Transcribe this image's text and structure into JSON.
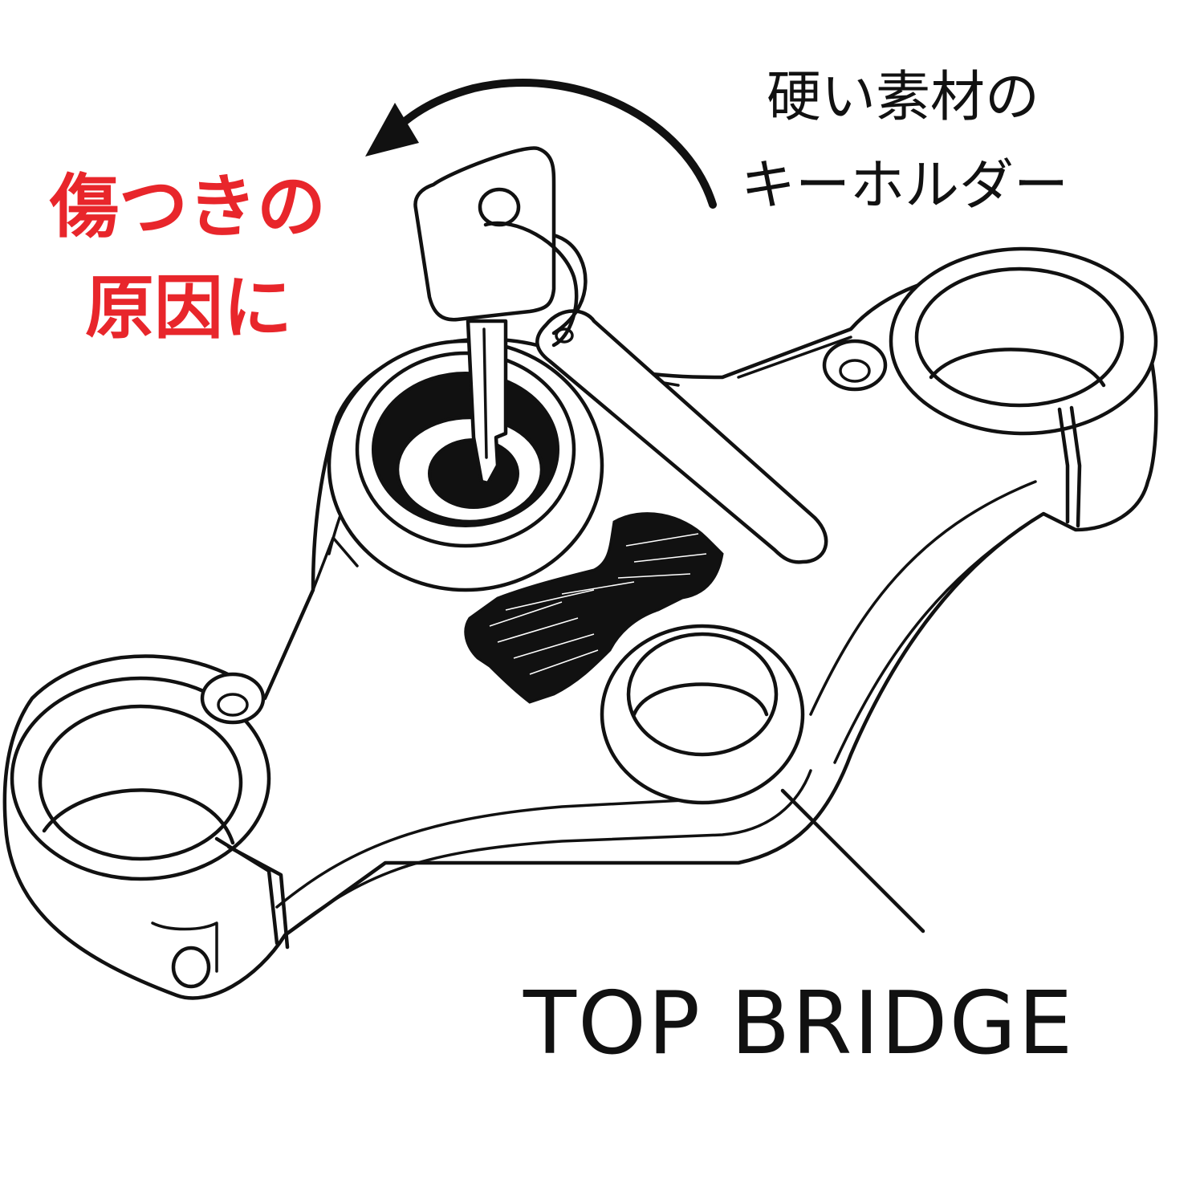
{
  "callouts": {
    "keyholder": {
      "line1": "硬い素材の",
      "line2": "キーホルダー"
    },
    "damage": {
      "line1": "傷つきの",
      "line2": "原因に",
      "color": "#e8262b"
    }
  },
  "part_label": "TOP BRIDGE",
  "colors": {
    "ink": "#111111",
    "warning": "#e8262b",
    "background": "#ffffff"
  }
}
